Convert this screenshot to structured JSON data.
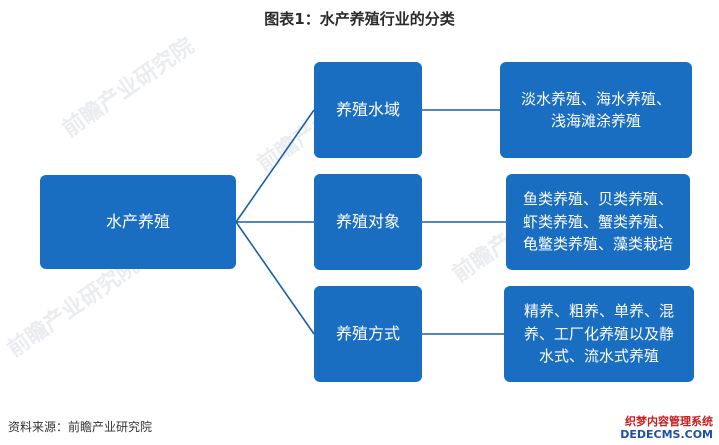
{
  "title": "图表1：水产养殖行业的分类",
  "root": {
    "label": "水产养殖"
  },
  "categories": [
    {
      "label": "养殖水域",
      "detail": "淡水养殖、海水养殖、\n浅海滩涂养殖"
    },
    {
      "label": "养殖对象",
      "detail": "鱼类养殖、贝类养殖、\n虾类养殖、蟹类养殖、\n龟鳖类养殖、藻类栽培"
    },
    {
      "label": "养殖方式",
      "detail": "精养、粗养、单养、混\n养、工厂化养殖以及静\n水式、流水式养殖"
    }
  ],
  "source": "资料来源：前瞻产业研究院",
  "watermark": {
    "text": "前瞻产业研究院"
  },
  "stamp": {
    "line1": "织梦内容管理系统",
    "line2": "DEDECMS.COM"
  },
  "colors": {
    "box": "#1a6ec2",
    "connector": "#1a5ea8"
  }
}
